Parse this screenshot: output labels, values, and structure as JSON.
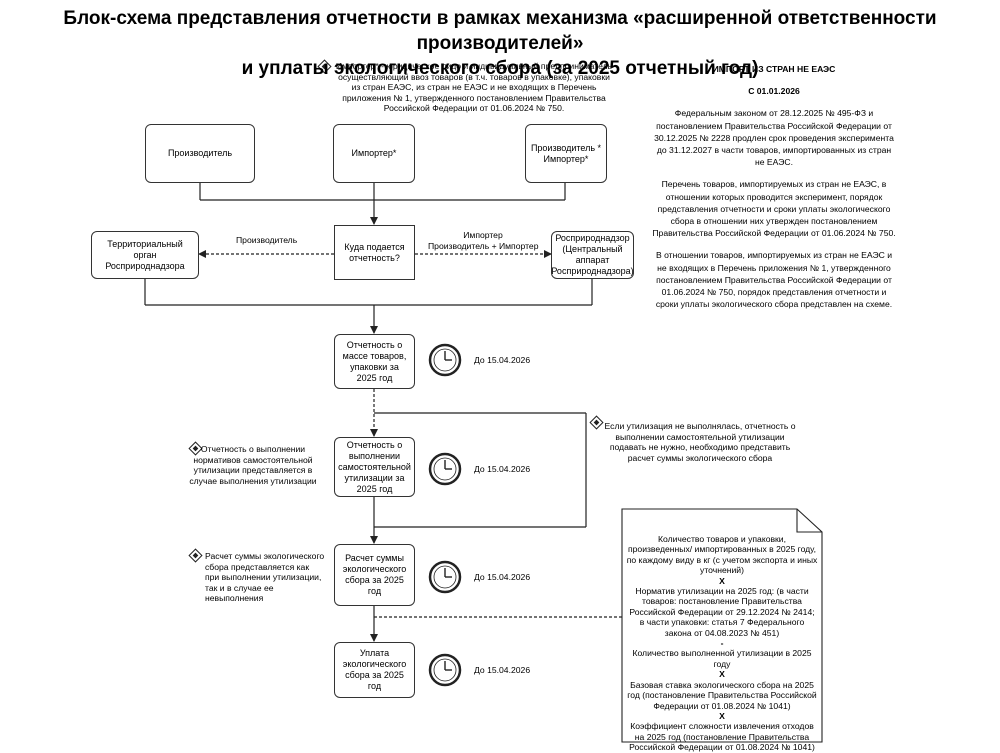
{
  "title": {
    "line1": "Блок-схема представления отчетности в рамках механизма «расширенной ответственности производителей»",
    "line2": "и уплаты экологического сбора (за 2025 отчетный год)"
  },
  "notes": {
    "importer_def": "Импортер* - юридическое лицо и индивидуальный предприниматель осуществляющий ввоз товаров (в т.ч. товаров в упаковке), упаковки из стран ЕАЭС, из стран не ЕАЭС и не входящих в Перечень приложения № 1, утвержденного постановлением Правительства Российской Федерации от 01.06.2024 № 750.",
    "self_util": "Отчетность о выполнении нормативов самостоятельной утилизации представляется в случае выполнения утилизации",
    "fee_calc": "Расчет суммы экологического сбора представляется как при выполнении утилизации, так и в случае ее невыполнения",
    "no_util": "Если утилизация не выполнялась, отчетность о выполнении самостоятельной утилизации подавать не нужно, необходимо представить расчет суммы экологического сбора"
  },
  "boxes": {
    "producer": "Производитель",
    "importer": "Импортер*",
    "producer_importer": "Производитель * Импортер*",
    "question": "Куда подается отчетность?",
    "territorial": "Территориальный орган Росприроднадзора",
    "central": "Росприроднадзор (Центральный аппарат Росприроднадзора)",
    "report_mass": "Отчетность о массе товаров, упаковки за 2025 год",
    "report_util": "Отчетность о выполнении самостоятельной утилизации за 2025 год",
    "report_calc": "Расчет суммы экологического сбора за 2025 год",
    "payment": "Уплата экологического сбора за 2025 год"
  },
  "edge_labels": {
    "left": "Производитель",
    "right_line1": "Импортер",
    "right_line2": "Производитель + Импортер"
  },
  "deadlines": [
    "До 15.04.2026",
    "До 15.04.2026",
    "До 15.04.2026",
    "До 15.04.2026"
  ],
  "right_panel": {
    "heading": "ИМПОРТ ИЗ СТРАН НЕ ЕАЭС",
    "date": "С 01.01.2026",
    "p1": "Федеральным законом от 28.12.2025 № 495-ФЗ и постановлением Правительства Российской Федерации от 30.12.2025 № 2228 продлен срок проведения эксперимента до 31.12.2027 в части товаров, импортированных из стран не ЕАЭС.",
    "p2": "Перечень товаров, импортируемых из стран не ЕАЭС, в отношении которых проводится эксперимент, порядок представления отчетности и сроки уплаты экологического сбора в отношении них утвержден постановлением Правительства Российской Федерации от 01.06.2024 № 750.",
    "p3": "В отношении товаров, импортируемых из стран не ЕАЭС и не входящих в Перечень приложения № 1, утвержденного постановлением Правительства Российской Федерации от 01.06.2024 № 750, порядок представления отчетности и сроки уплаты экологического сбора представлен на схеме."
  },
  "formula": {
    "t1": "Количество товаров и упаковки, произведенных/ импортированных в 2025 году, по каждому виду в кг (с учетом экспорта и иных уточнений)",
    "op1": "Х",
    "t2": "Норматив утилизации на 2025 год: (в части товаров: постановление Правительства Российской Федерации от 29.12.2024 № 2414; в части упаковки: статья 7 Федерального закона от 04.08.2023 № 451)",
    "op2": "-",
    "t3": "Количество выполненной утилизации в 2025 году",
    "op3": "Х",
    "t4": "Базовая ставка экологического сбора на 2025 год (постановление Правительства Российской Федерации от 01.08.2024 № 1041)",
    "op4": "Х",
    "t5": "Коэффициент сложности извлечения отходов на 2025 год (постановление Правительства Российской Федерации от 01.08.2024 № 1041)"
  },
  "colors": {
    "line": "#222222",
    "box_border": "#333333"
  }
}
